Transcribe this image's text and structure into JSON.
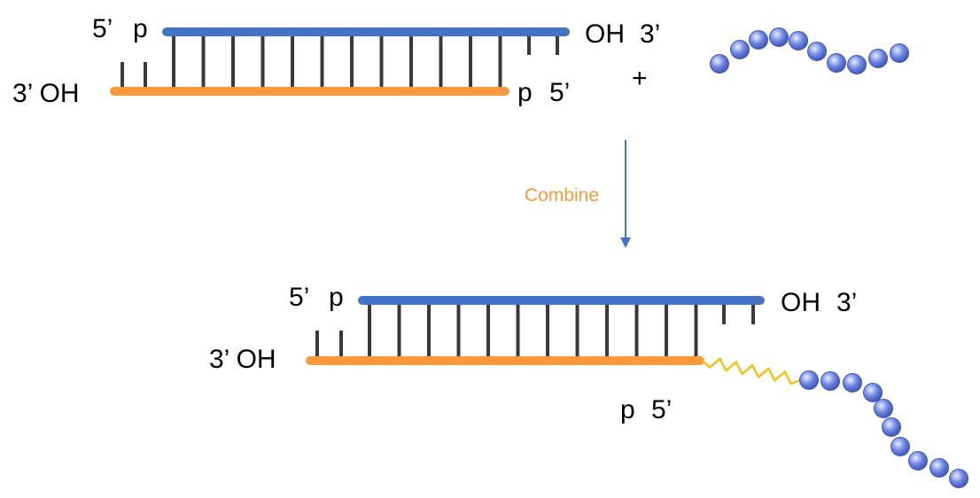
{
  "colors": {
    "top_strand": "#4472C4",
    "bottom_strand": "#F79A3E",
    "base_pair": "#3A3A3A",
    "linker": "#F2C21B",
    "bead": "#6F86E0",
    "bead_highlight": "#E8EEFF",
    "bead_edge": "#3F58B8",
    "arrow": "#4472C4",
    "combine_text": "#F79A3E"
  },
  "top_duplex": {
    "label_5p_top": "5’",
    "label_p_top": "p",
    "label_oh_top": "OH",
    "label_3p_top": "3’",
    "label_3p_bottom": "3’ OH",
    "label_p_bottom": "p",
    "label_5p_bottom": "5’",
    "plus": "+"
  },
  "step": {
    "label": "Combine"
  },
  "bottom_duplex": {
    "label_5p_top": "5’",
    "label_p_top": "p",
    "label_oh_top": "OH",
    "label_3p_top": "3’",
    "label_3p_bottom": "3’ OH",
    "label_p_bottom": "p",
    "label_5p_bottom": "5’"
  }
}
